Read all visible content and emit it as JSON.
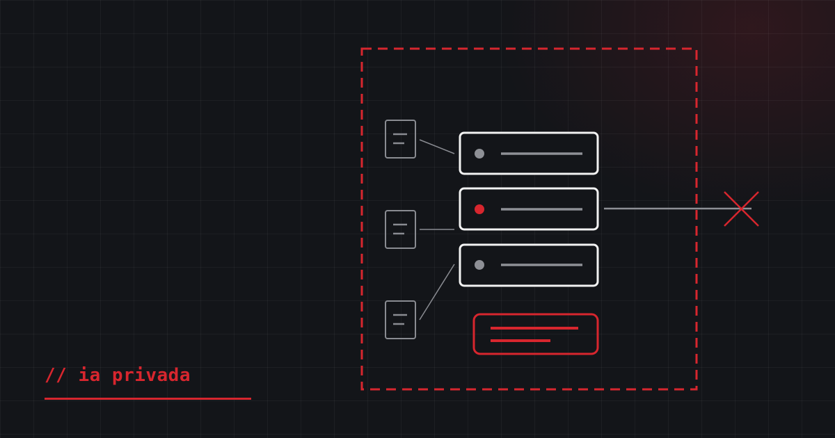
{
  "caption": {
    "text": "// ia privada"
  },
  "colors": {
    "background": "#131519",
    "accent": "#d7262e",
    "card_border": "#f2f2f2",
    "neutral": "#8e9096",
    "doc_border": "#8a8c92"
  },
  "icons": {
    "document": "document-icon",
    "blocked": "close-x-icon"
  },
  "diagram": {
    "documents": 3,
    "cards": [
      {
        "status": "neutral"
      },
      {
        "status": "active"
      },
      {
        "status": "neutral"
      }
    ],
    "blocked_connection": true
  }
}
